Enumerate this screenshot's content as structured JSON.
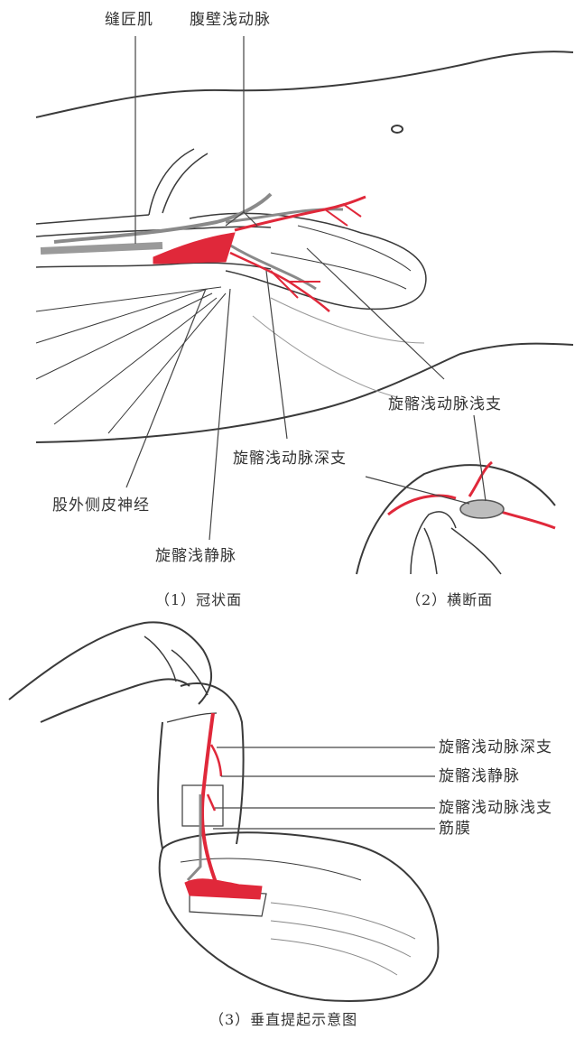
{
  "figure1": {
    "labels": {
      "sartorius": "缝匠肌",
      "superficial_epigastric_artery": "腹壁浅动脉",
      "scia_superficial_branch": "旋髂浅动脉浅支",
      "scia_deep_branch": "旋髂浅动脉深支",
      "lateral_femoral_cutaneous_nerve": "股外侧皮神经",
      "superficial_circumflex_iliac_vein": "旋髂浅静脉"
    },
    "caption": "（1）冠状面"
  },
  "figure2": {
    "caption": "（2）横断面"
  },
  "figure3": {
    "labels": {
      "scia_deep_branch": "旋髂浅动脉深支",
      "superficial_circumflex_iliac_vein": "旋髂浅静脉",
      "scia_superficial_branch": "旋髂浅动脉浅支",
      "fascia": "筋膜"
    },
    "caption": "（3）垂直提起示意图"
  },
  "colors": {
    "artery": "#e0283a",
    "line": "#3a3a3a",
    "vein": "#8a8a8a"
  }
}
